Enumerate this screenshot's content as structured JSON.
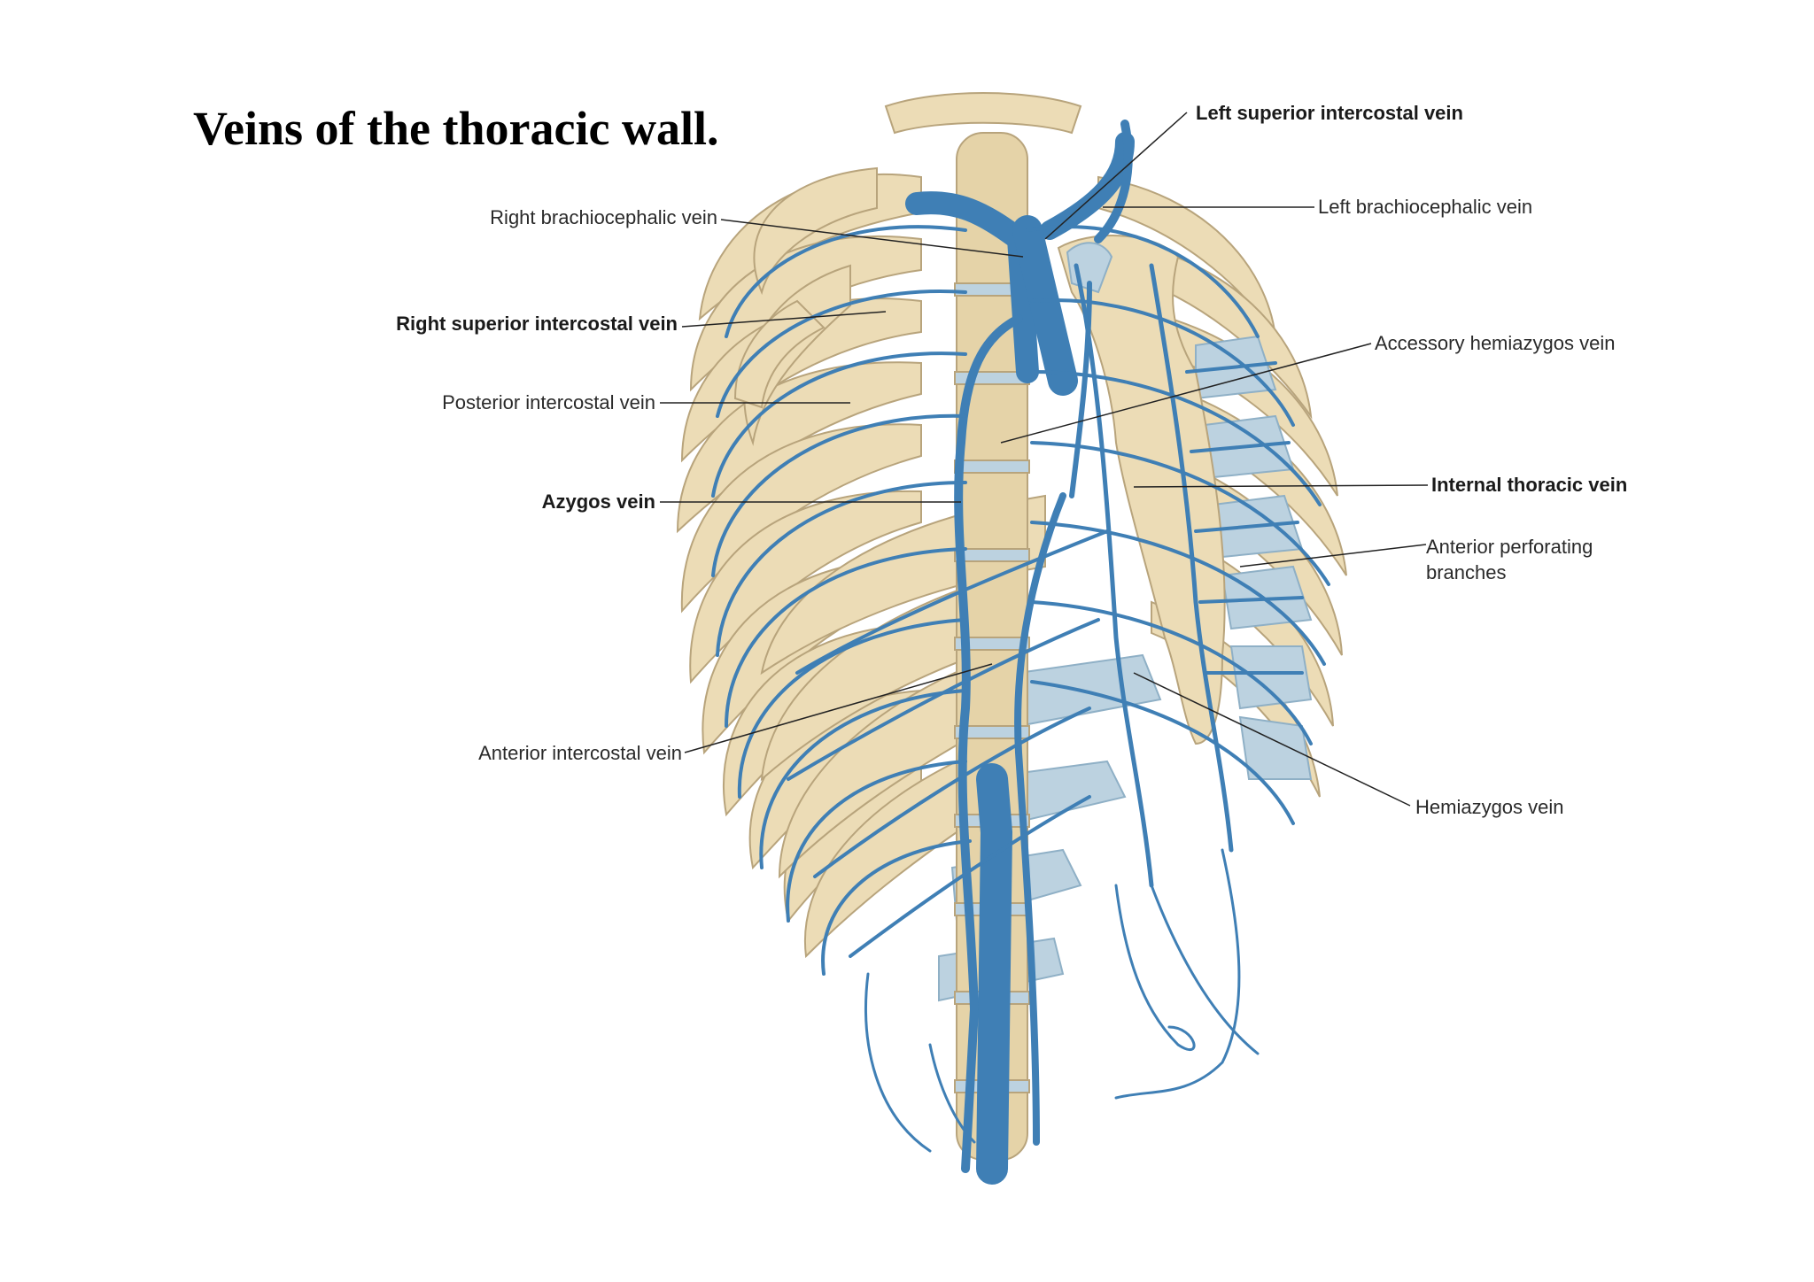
{
  "title": "Veins of the thoracic wall.",
  "labels": {
    "right_brachiocephalic_vein": "Right brachiocephalic vein",
    "right_superior_intercostal_vein": "Right superior intercostal vein",
    "posterior_intercostal_vein": "Posterior intercostal vein",
    "azygos_vein": "Azygos vein",
    "anterior_intercostal_vein": "Anterior intercostal vein",
    "left_superior_intercostal_vein": "Left superior intercostal vein",
    "left_brachiocephalic_vein": "Left brachiocephalic vein",
    "accessory_hemiazygos_vein": "Accessory hemiazygos vein",
    "internal_thoracic_vein": "Internal thoracic vein",
    "anterior_perforating_branches_line1": "Anterior perforating",
    "anterior_perforating_branches_line2": "branches",
    "hemiazygos_vein": "Hemiazygos vein"
  },
  "colors": {
    "bone": "#ecdcb6",
    "bone_edge": "#b8a47c",
    "cartilage": "#bcd2e0",
    "vein": "#3f7fb5",
    "vein_dark": "#2b6596",
    "leader": "#222222"
  }
}
